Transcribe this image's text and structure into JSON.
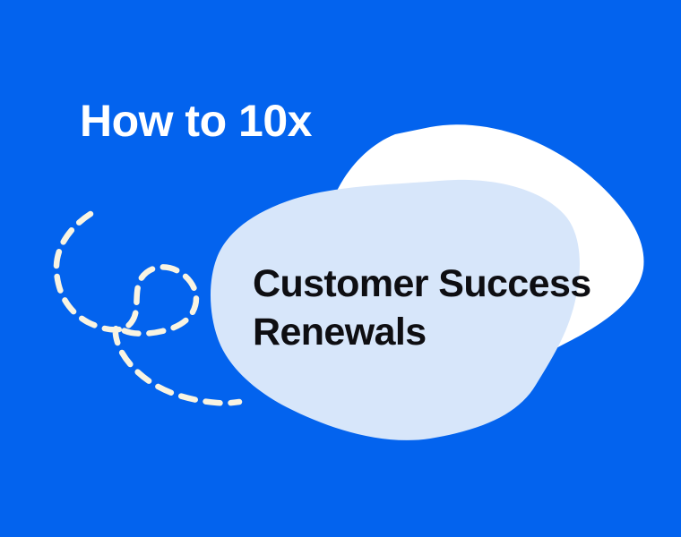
{
  "banner": {
    "kicker": "How to 10x",
    "headline": {
      "line1": "Customer Success",
      "line2": "Renewals"
    }
  },
  "colors": {
    "background": "#0363ee",
    "white_blob": "#ffffff",
    "light_blue_blob": "#d7e6fa",
    "doodle_stroke": "#f9f4e2",
    "kicker_text": "#ffffff",
    "headline_text": "#0e0e12"
  },
  "decor": {
    "white_blob_name": "white-organic-blob",
    "light_blue_blob_name": "light-blue-organic-blob",
    "doodle_name": "dashed-loop-doodle"
  }
}
